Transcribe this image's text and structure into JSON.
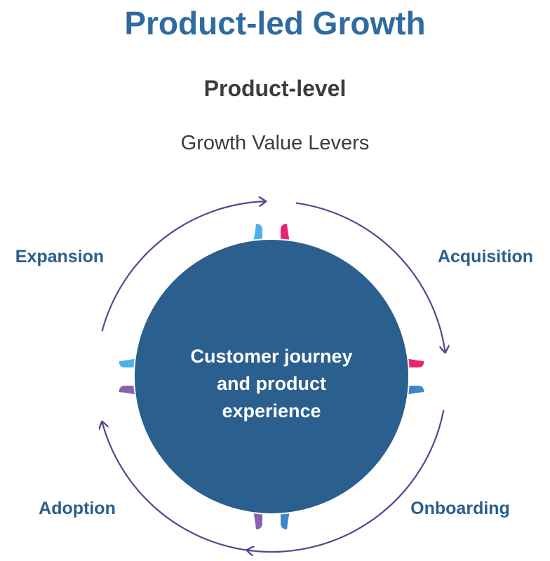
{
  "header": {
    "title": "Product-led Growth",
    "subtitle": "Product-level",
    "caption": "Growth Value Levers"
  },
  "center": {
    "lines": [
      "Customer journey",
      "and product",
      "experience"
    ],
    "color": "#2a5f8e"
  },
  "cycle_direction": "clockwise",
  "arrow_color": "#5a4394",
  "stages": [
    {
      "label": "Acquisition",
      "icon": "arc-segment",
      "color": "#e8246f",
      "position": "top-right"
    },
    {
      "label": "Onboarding",
      "icon": "arc-segment",
      "color": "#3e86c8",
      "position": "bottom-right"
    },
    {
      "label": "Adoption",
      "icon": "arc-segment",
      "color": "#8a62ab",
      "position": "bottom-left"
    },
    {
      "label": "Expansion",
      "icon": "arc-segment",
      "color": "#4db1e6",
      "position": "top-left"
    }
  ]
}
